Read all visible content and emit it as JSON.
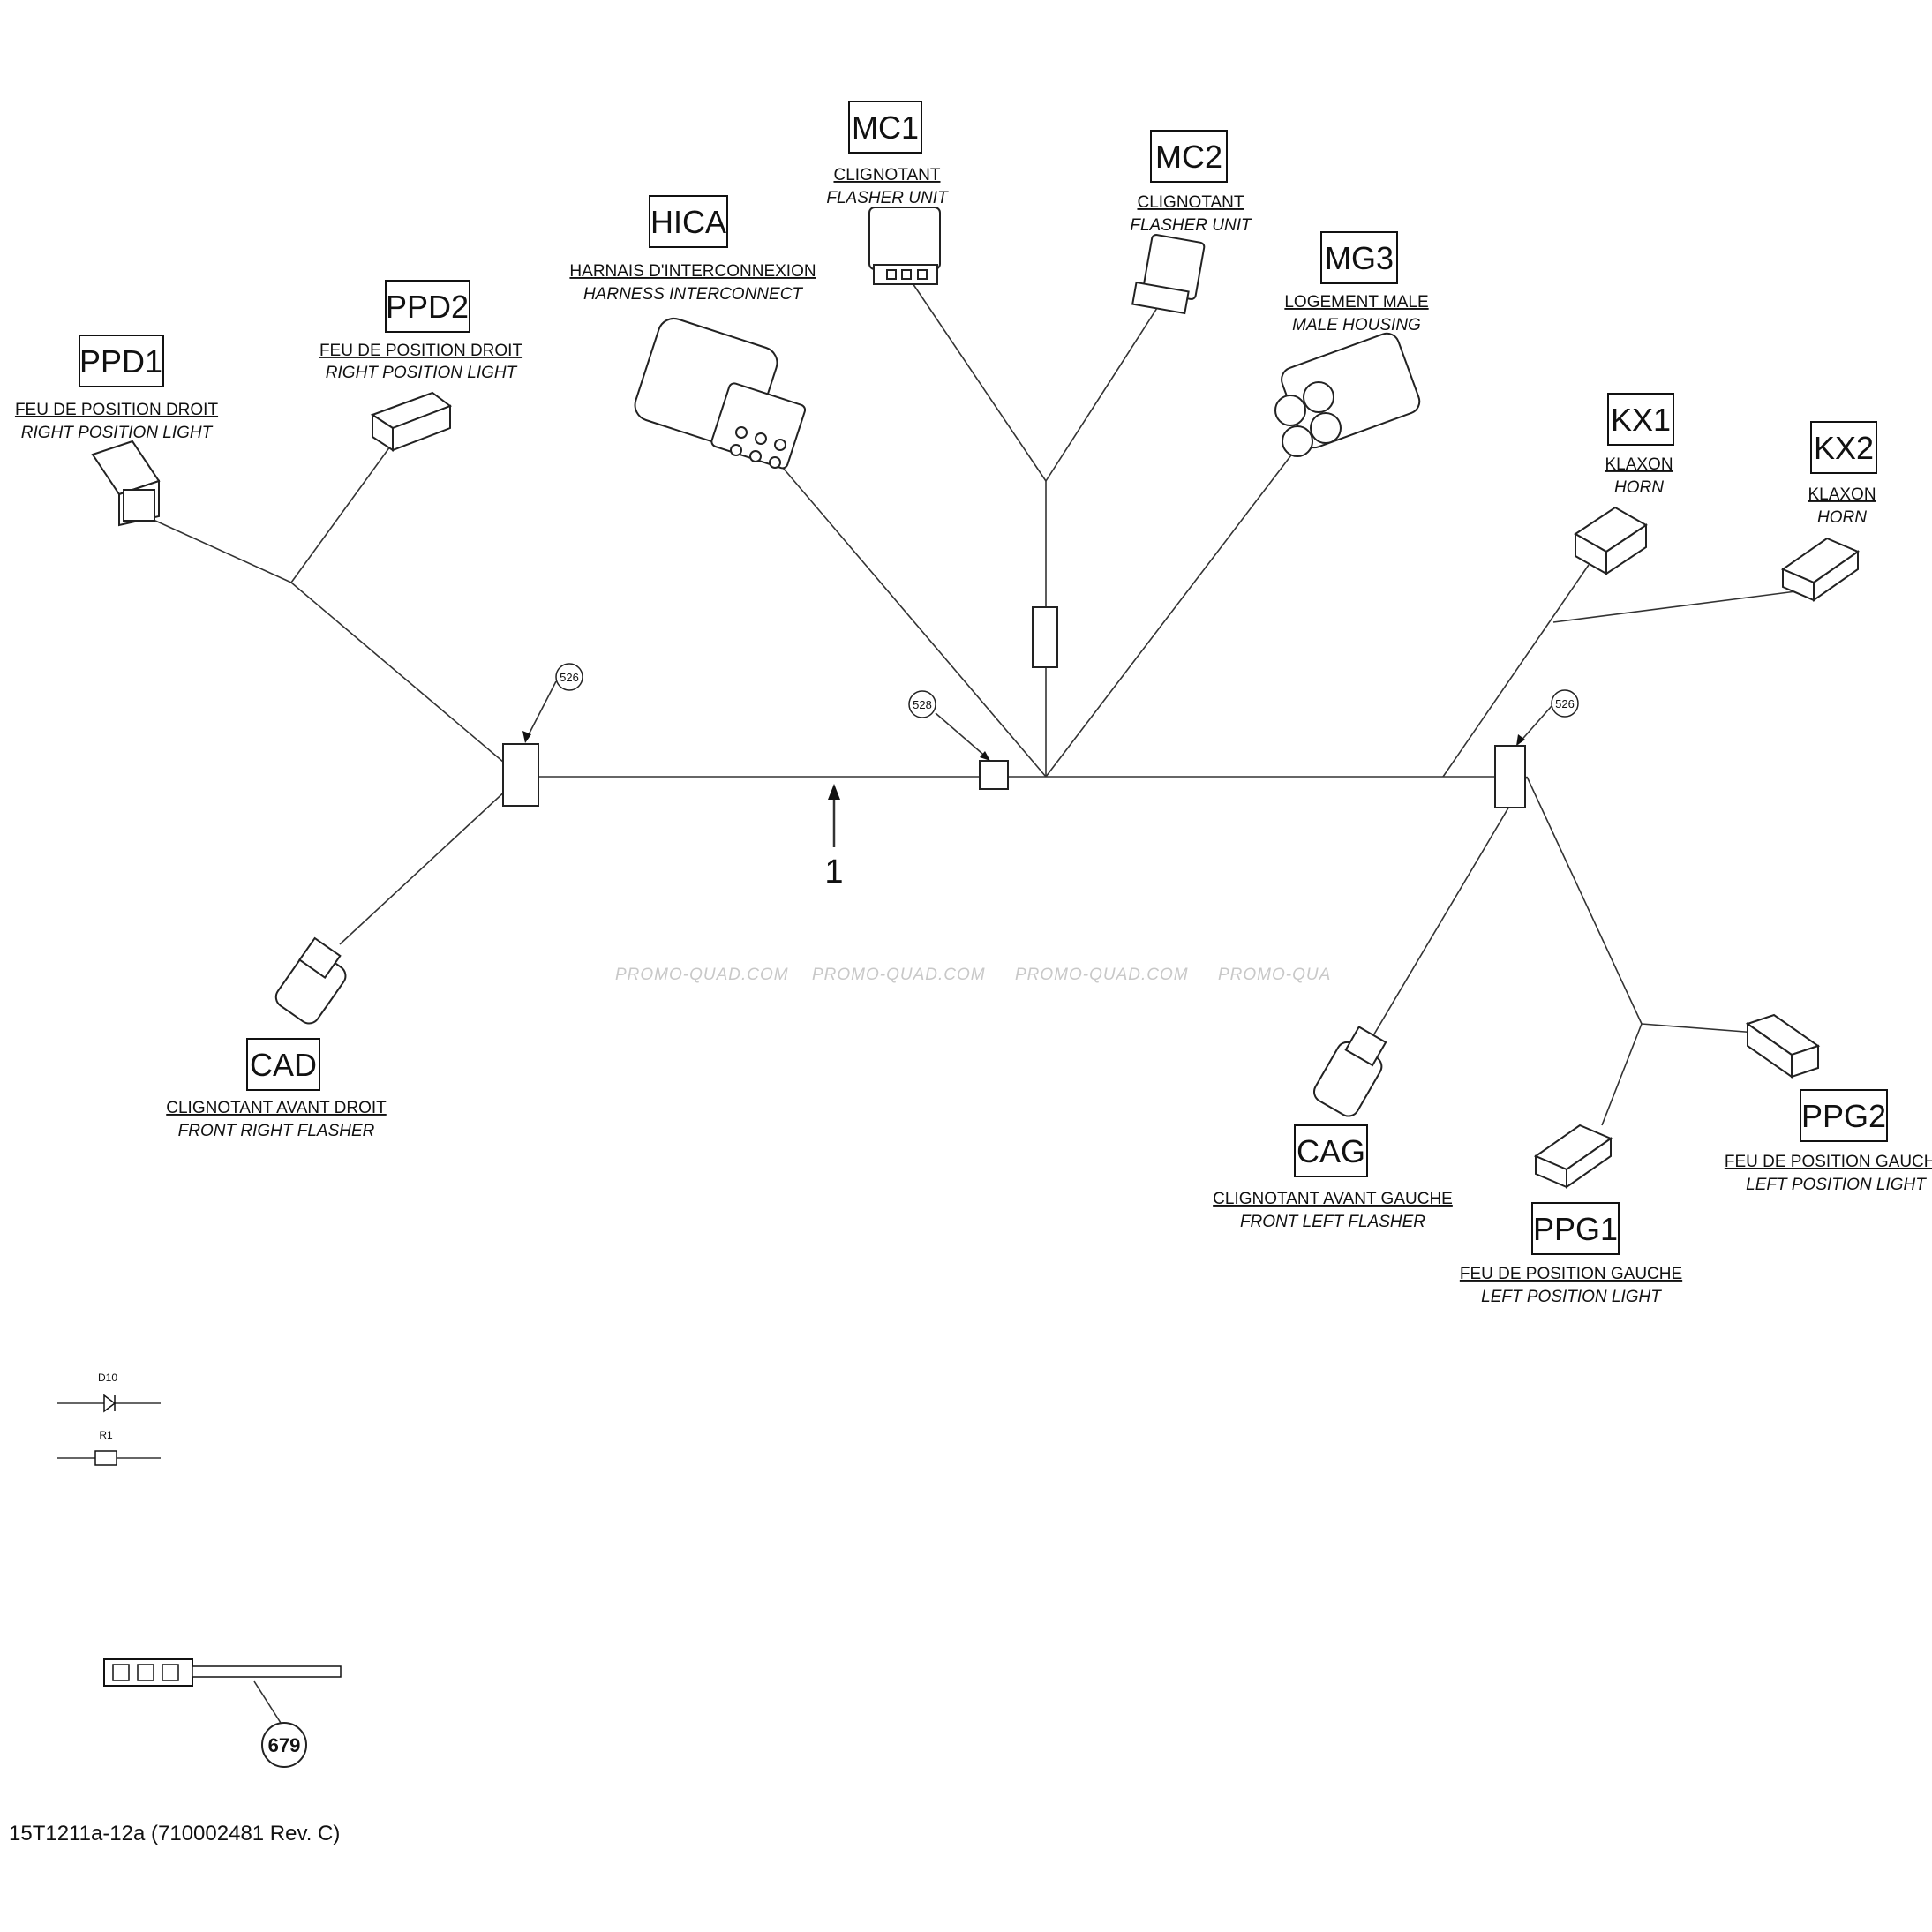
{
  "connectors": [
    {
      "code": "PPD1",
      "fr": "FEU DE POSITION DROIT",
      "en": "RIGHT POSITION LIGHT"
    },
    {
      "code": "PPD2",
      "fr": "FEU DE POSITION DROIT",
      "en": "RIGHT POSITION LIGHT"
    },
    {
      "code": "HICA",
      "fr": "HARNAIS D'INTERCONNEXION",
      "en": "HARNESS INTERCONNECT"
    },
    {
      "code": "MC1",
      "fr": "CLIGNOTANT",
      "en": "FLASHER UNIT"
    },
    {
      "code": "MC2",
      "fr": "CLIGNOTANT",
      "en": "FLASHER UNIT"
    },
    {
      "code": "MG3",
      "fr": "LOGEMENT MALE",
      "en": "MALE HOUSING"
    },
    {
      "code": "KX1",
      "fr": "KLAXON",
      "en": "HORN"
    },
    {
      "code": "KX2",
      "fr": "KLAXON",
      "en": "HORN"
    },
    {
      "code": "CAD",
      "fr": "CLIGNOTANT AVANT DROIT",
      "en": "FRONT RIGHT FLASHER"
    },
    {
      "code": "CAG",
      "fr": "CLIGNOTANT AVANT GAUCHE",
      "en": "FRONT LEFT FLASHER"
    },
    {
      "code": "PPG1",
      "fr": "FEU DE POSITION GAUCHE",
      "en": "LEFT POSITION LIGHT"
    },
    {
      "code": "PPG2",
      "fr": "FEU DE POSITION GAUCHE",
      "en": "LEFT POSITION LIGHT"
    }
  ],
  "callouts": [
    "526",
    "528",
    "526",
    "679"
  ],
  "item_number": "1",
  "watermark": [
    "PROMO-QUAD.COM",
    "PROMO-QUAD.COM",
    "PROMO-QUAD.COM",
    "PROMO-QUA"
  ],
  "legend": {
    "diode": "D10",
    "resistor": "R1"
  },
  "drawing_ref": "15T1211a-12a (710002481 Rev. C)"
}
